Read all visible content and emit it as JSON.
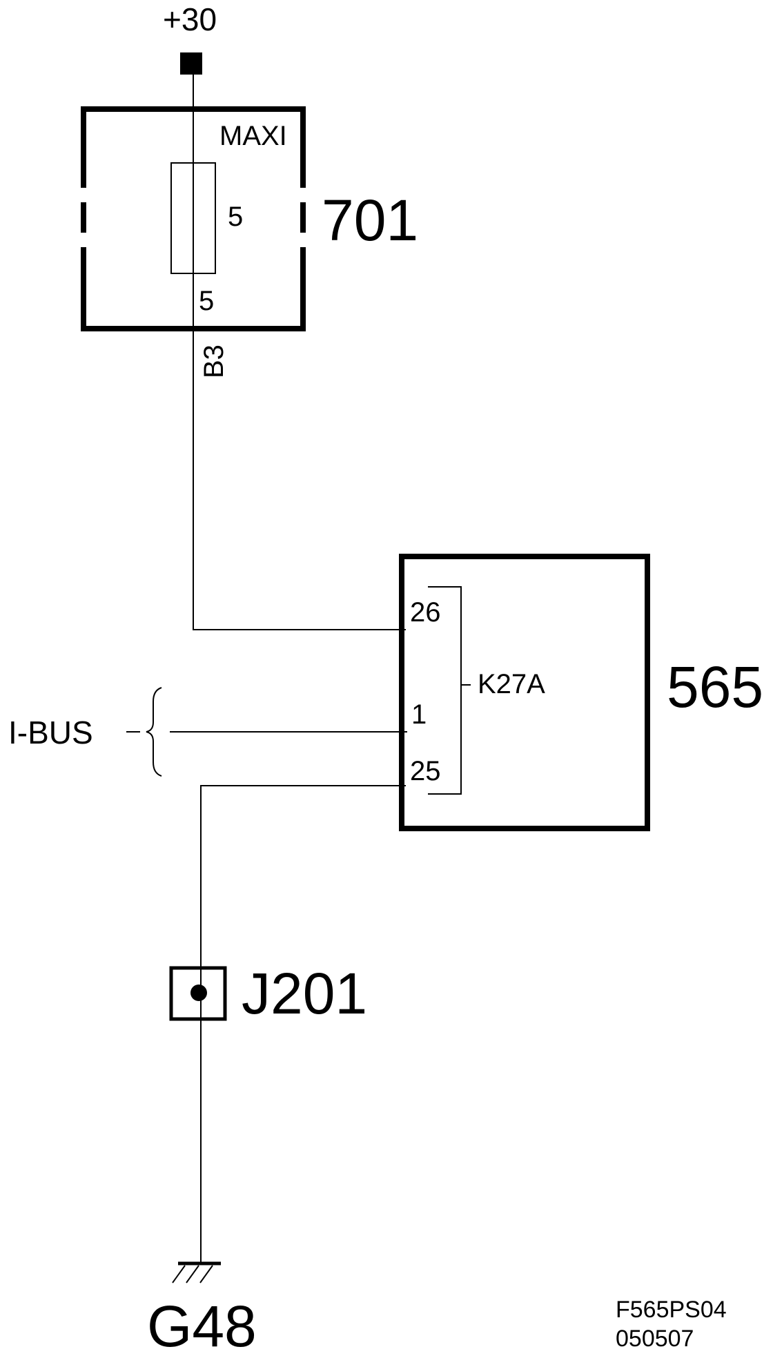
{
  "supply": {
    "label": "+30"
  },
  "fuse_box": {
    "id": "701",
    "type_label": "MAXI",
    "fuse_rating": "5",
    "terminal": "5",
    "wire": "B3"
  },
  "module": {
    "id": "565",
    "connector": "K27A",
    "pins": [
      "26",
      "1",
      "25"
    ]
  },
  "bus": {
    "label": "I-BUS"
  },
  "splice": {
    "id": "J201"
  },
  "ground": {
    "id": "G48"
  },
  "drawing_info": {
    "code": "F565PS04",
    "date": "050507"
  }
}
